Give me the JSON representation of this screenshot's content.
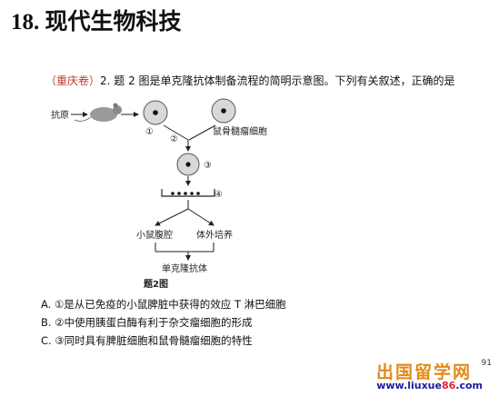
{
  "title": "18. 现代生物科技",
  "question": {
    "tag": "（重庆卷）",
    "text": "2. 题 2 图是单克隆抗体制备流程的简明示意图。下列有关叙述，正确的是"
  },
  "diagram": {
    "antigen_label": "抗原",
    "step1": "①",
    "step2": "②",
    "step3": "③",
    "step4": "④",
    "myeloma_label": "鼠骨髓瘤细胞",
    "branch_left": "小鼠腹腔",
    "branch_right": "体外培养",
    "product_label": "单克隆抗体",
    "figure_caption": "题2图"
  },
  "options": [
    "A. ①是从已免疫的小鼠脾脏中获得的效应 T 淋巴细胞",
    "B. ②中使用胰蛋白酶有利于杂交瘤细胞的形成",
    "C. ③同时具有脾脏细胞和鼠骨髓瘤细胞的特性"
  ],
  "page_number": "91",
  "watermark": {
    "name": "出国留学网",
    "url_prefix": "www.liuxue",
    "url_accent": "86",
    "url_suffix": ".com"
  },
  "colors": {
    "tag": "#c0392b",
    "watermark_name": "#e08a1a",
    "watermark_url": "#1a1aa0"
  }
}
